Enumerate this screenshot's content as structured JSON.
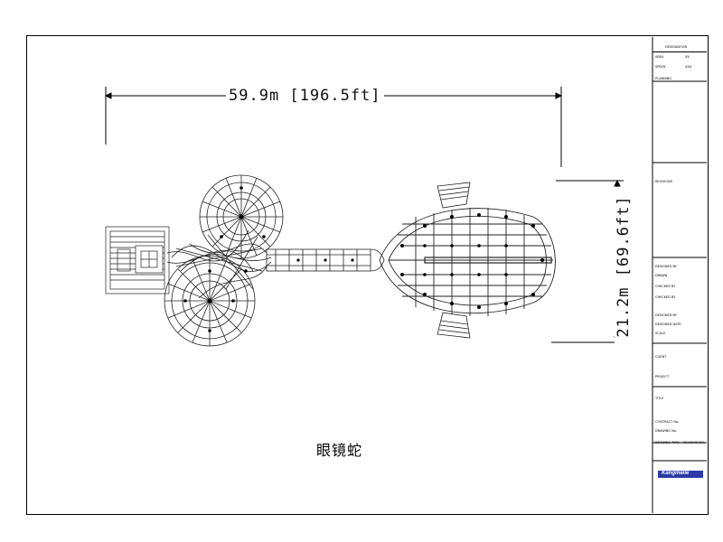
{
  "drawing": {
    "caption": "眼镜蛇",
    "dimension_horizontal": "59.9m [196.5ft]",
    "dimension_vertical": "21.2m [69.6ft]"
  },
  "title_block": {
    "header": "DESIGNATION",
    "rows_top": [
      "AREA",
      "SPEED",
      "PLANNING"
    ],
    "values_top": [
      "XX",
      "XXX"
    ],
    "notes_label": "REVISIONS",
    "mid_rows": [
      "DESIGNED BY",
      "DRAWN",
      "CHECKED BY",
      "CHECKED BY",
      "DESIGNED BY",
      "DESIGNED DATE",
      "SCALE"
    ],
    "client_label": "CLIENT",
    "project_label": "PROJECT",
    "title_label": "TITLE",
    "contract_label": "CONTRACT No.",
    "drawing_label": "DRAWING No.",
    "drawing_type": "DRAWING TYPE",
    "revision_no": "REVISION NO.",
    "brand": "Kangmeile"
  }
}
